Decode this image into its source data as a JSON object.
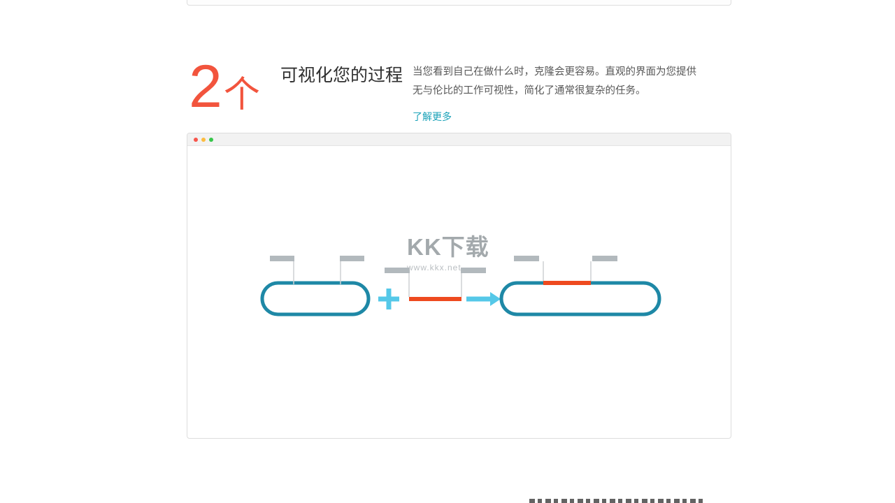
{
  "theme": {
    "accent": "#f2543d",
    "link": "#1aa2b8",
    "teal": "#1e88a6",
    "cyan": "#55c8e8",
    "red": "#ee4a1f",
    "tab_gray": "#b2b9bd",
    "line_gray": "#cdd1d3",
    "dot_red": "#f8554b",
    "dot_yellow": "#fcbc40",
    "dot_green": "#37c64a"
  },
  "section": {
    "number": "2",
    "number_unit": "个",
    "heading": "可视化您的过程",
    "description_lines": [
      "当您看到自己在做什么时，克隆会更容易。直观的界面为您提供",
      "无与伦比的工作可视性，简化了通常很复杂的任务。"
    ],
    "link_label": "了解更多"
  },
  "browser_card": {
    "watermark_title": "KK下载",
    "watermark_url": "www.kkx.net"
  }
}
